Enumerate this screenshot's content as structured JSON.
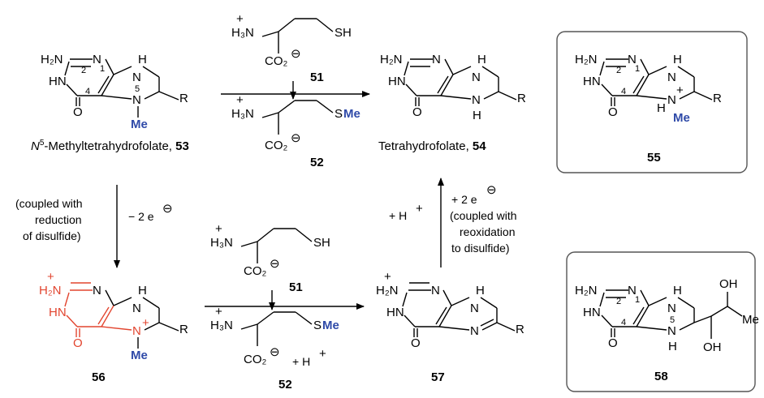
{
  "colors": {
    "methyl": "#2f4aa8",
    "highlight": "#e2452f",
    "text": "#000000"
  },
  "atoms": {
    "h2n": "H₂N",
    "hn": "HN",
    "nh": "NH",
    "n": "N",
    "h": "H",
    "o": "O",
    "r": "R",
    "me": "Me",
    "h3n": "H₃N",
    "sh": "SH",
    "s": "S",
    "co2": "CO₂",
    "oh": "OH",
    "plus": "+",
    "minus": "⊖",
    "loc1": "1",
    "loc2": "2",
    "loc4": "4",
    "loc5": "5"
  },
  "compounds": {
    "c53": {
      "caption_prefix": "N",
      "caption_sup": "5",
      "caption_rest": "-Methyltetrahydrofolate, ",
      "number": "53"
    },
    "c54": {
      "caption": "Tetrahydrofolate, ",
      "number": "54"
    },
    "c55": {
      "number": "55"
    },
    "c56": {
      "number": "56"
    },
    "c57": {
      "number": "57"
    },
    "c58": {
      "number": "58"
    },
    "c51": {
      "number": "51"
    },
    "c52": {
      "number": "52"
    }
  },
  "conditions": {
    "left_note": [
      "(coupled with",
      "reduction",
      "of disulfide)"
    ],
    "minus_two_e": "− 2 e",
    "plus_two_e": "+ 2 e",
    "right_note": [
      "(coupled with",
      "reoxidation",
      "to disulfide)"
    ],
    "plus_h": "+ H",
    "plus_h_bottom": "+ H"
  }
}
